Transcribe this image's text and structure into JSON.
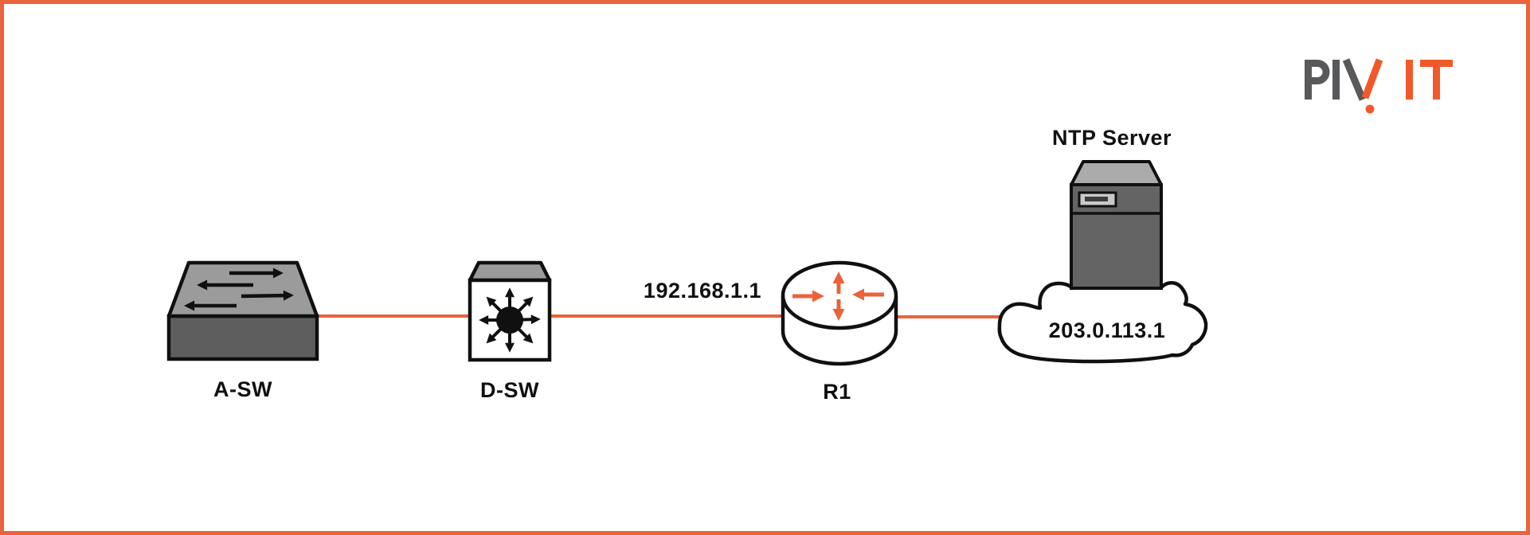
{
  "colors": {
    "accent_orange": "#E9633B",
    "logo_orange": "#F05A2B",
    "logo_gray": "#58595B",
    "device_top_gray": "#9B9B9B",
    "device_front_gray": "#5E5E5E",
    "server_top_gray": "#ABABAB",
    "server_front_gray": "#646464",
    "text_black": "#101010",
    "background": "#FFFFFF"
  },
  "logo": {
    "text": "PIVIT"
  },
  "diagram": {
    "devices": [
      {
        "id": "a-sw",
        "type": "access-switch",
        "label": "A-SW"
      },
      {
        "id": "d-sw",
        "type": "layer3-switch",
        "label": "D-SW"
      },
      {
        "id": "r1",
        "type": "router",
        "label": "R1"
      },
      {
        "id": "ntp-server",
        "type": "server",
        "label": "NTP Server"
      }
    ],
    "labels": {
      "router_interface_ip": "192.168.1.1",
      "cloud_ip": "203.0.113.1"
    },
    "links": [
      {
        "from": "A-SW",
        "to": "D-SW"
      },
      {
        "from": "D-SW",
        "to": "R1"
      },
      {
        "from": "R1",
        "to": "cloud"
      }
    ]
  }
}
